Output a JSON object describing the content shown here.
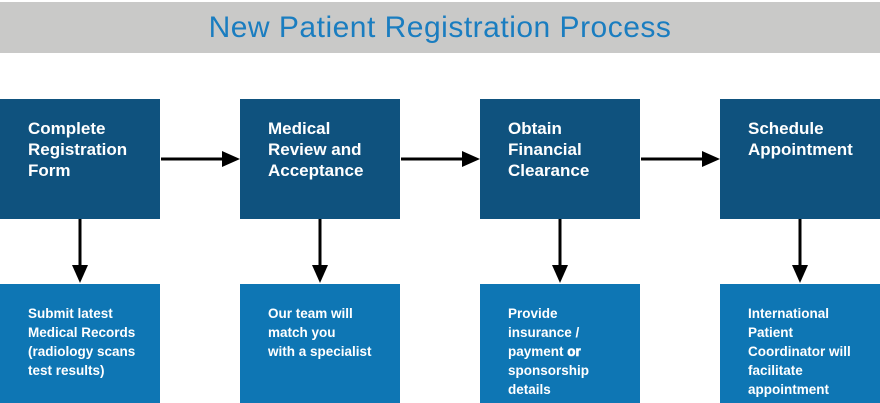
{
  "header": {
    "title": "New Patient Registration Process"
  },
  "colors": {
    "header_bar": "#c9c9c8",
    "title_text": "#1a7dc0",
    "step_box": "#0f527e",
    "detail_box": "#0e76b4",
    "arrow": "#000000"
  },
  "steps": [
    {
      "title": "Complete Registration Form",
      "title_lines": [
        "Complete",
        "Registration",
        "Form"
      ],
      "detail": "Submit latest Medical Records (radiology scans test results)",
      "detail_lines": [
        "Submit latest",
        "Medical Records",
        "(radiology scans",
        "test results)"
      ]
    },
    {
      "title": "Medical Review and Acceptance",
      "title_lines": [
        "Medical",
        "Review and",
        "Acceptance"
      ],
      "detail": "Our team will match you with a specialist",
      "detail_lines": [
        "Our team will",
        "match you",
        "with a specialist"
      ]
    },
    {
      "title": "Obtain Financial Clearance",
      "title_lines": [
        "Obtain",
        "Financial",
        "Clearance"
      ],
      "detail": "Provide insurance / payment or sponsorship details",
      "detail_lines": [
        "Provide",
        "insurance /",
        "payment",
        "sponsorship",
        "details"
      ],
      "bold_word": "or"
    },
    {
      "title": "Schedule Appointment",
      "title_lines": [
        "Schedule",
        "Appointment"
      ],
      "detail": "International Patient Coordinator will facilitate appointment",
      "detail_lines": [
        "International",
        "Patient",
        "Coordinator will",
        "facilitate",
        "appointment"
      ]
    }
  ]
}
